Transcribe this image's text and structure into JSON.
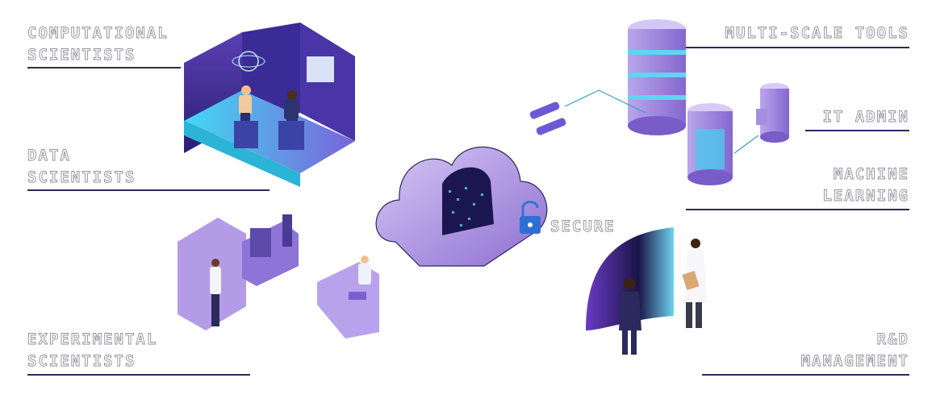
{
  "labels": {
    "computational": [
      "COMPUTATIONAL",
      "SCIENTISTS"
    ],
    "data": [
      "DATA",
      "SCIENTISTS"
    ],
    "experimental": [
      "EXPERIMENTAL",
      "SCIENTISTS"
    ],
    "multiscale": [
      "MULTI-SCALE TOOLS"
    ],
    "itadmin": [
      "IT ADMIN"
    ],
    "ml": [
      "MACHINE",
      "LEARNING"
    ],
    "rnd": [
      "R&D",
      "MANAGEMENT"
    ],
    "secure": "SECURE"
  },
  "colors": {
    "rule": "#2b2a5e",
    "purple": "#9a7fd6",
    "purple_dark": "#3c2a86",
    "cyan": "#3fd3f2",
    "lavender": "#c7b8ee"
  },
  "icons": [
    "computational-workstation-illustration",
    "server-rack-illustration",
    "cloud-icon",
    "padlock-icon",
    "lab-illustration",
    "presentation-screen-illustration"
  ]
}
